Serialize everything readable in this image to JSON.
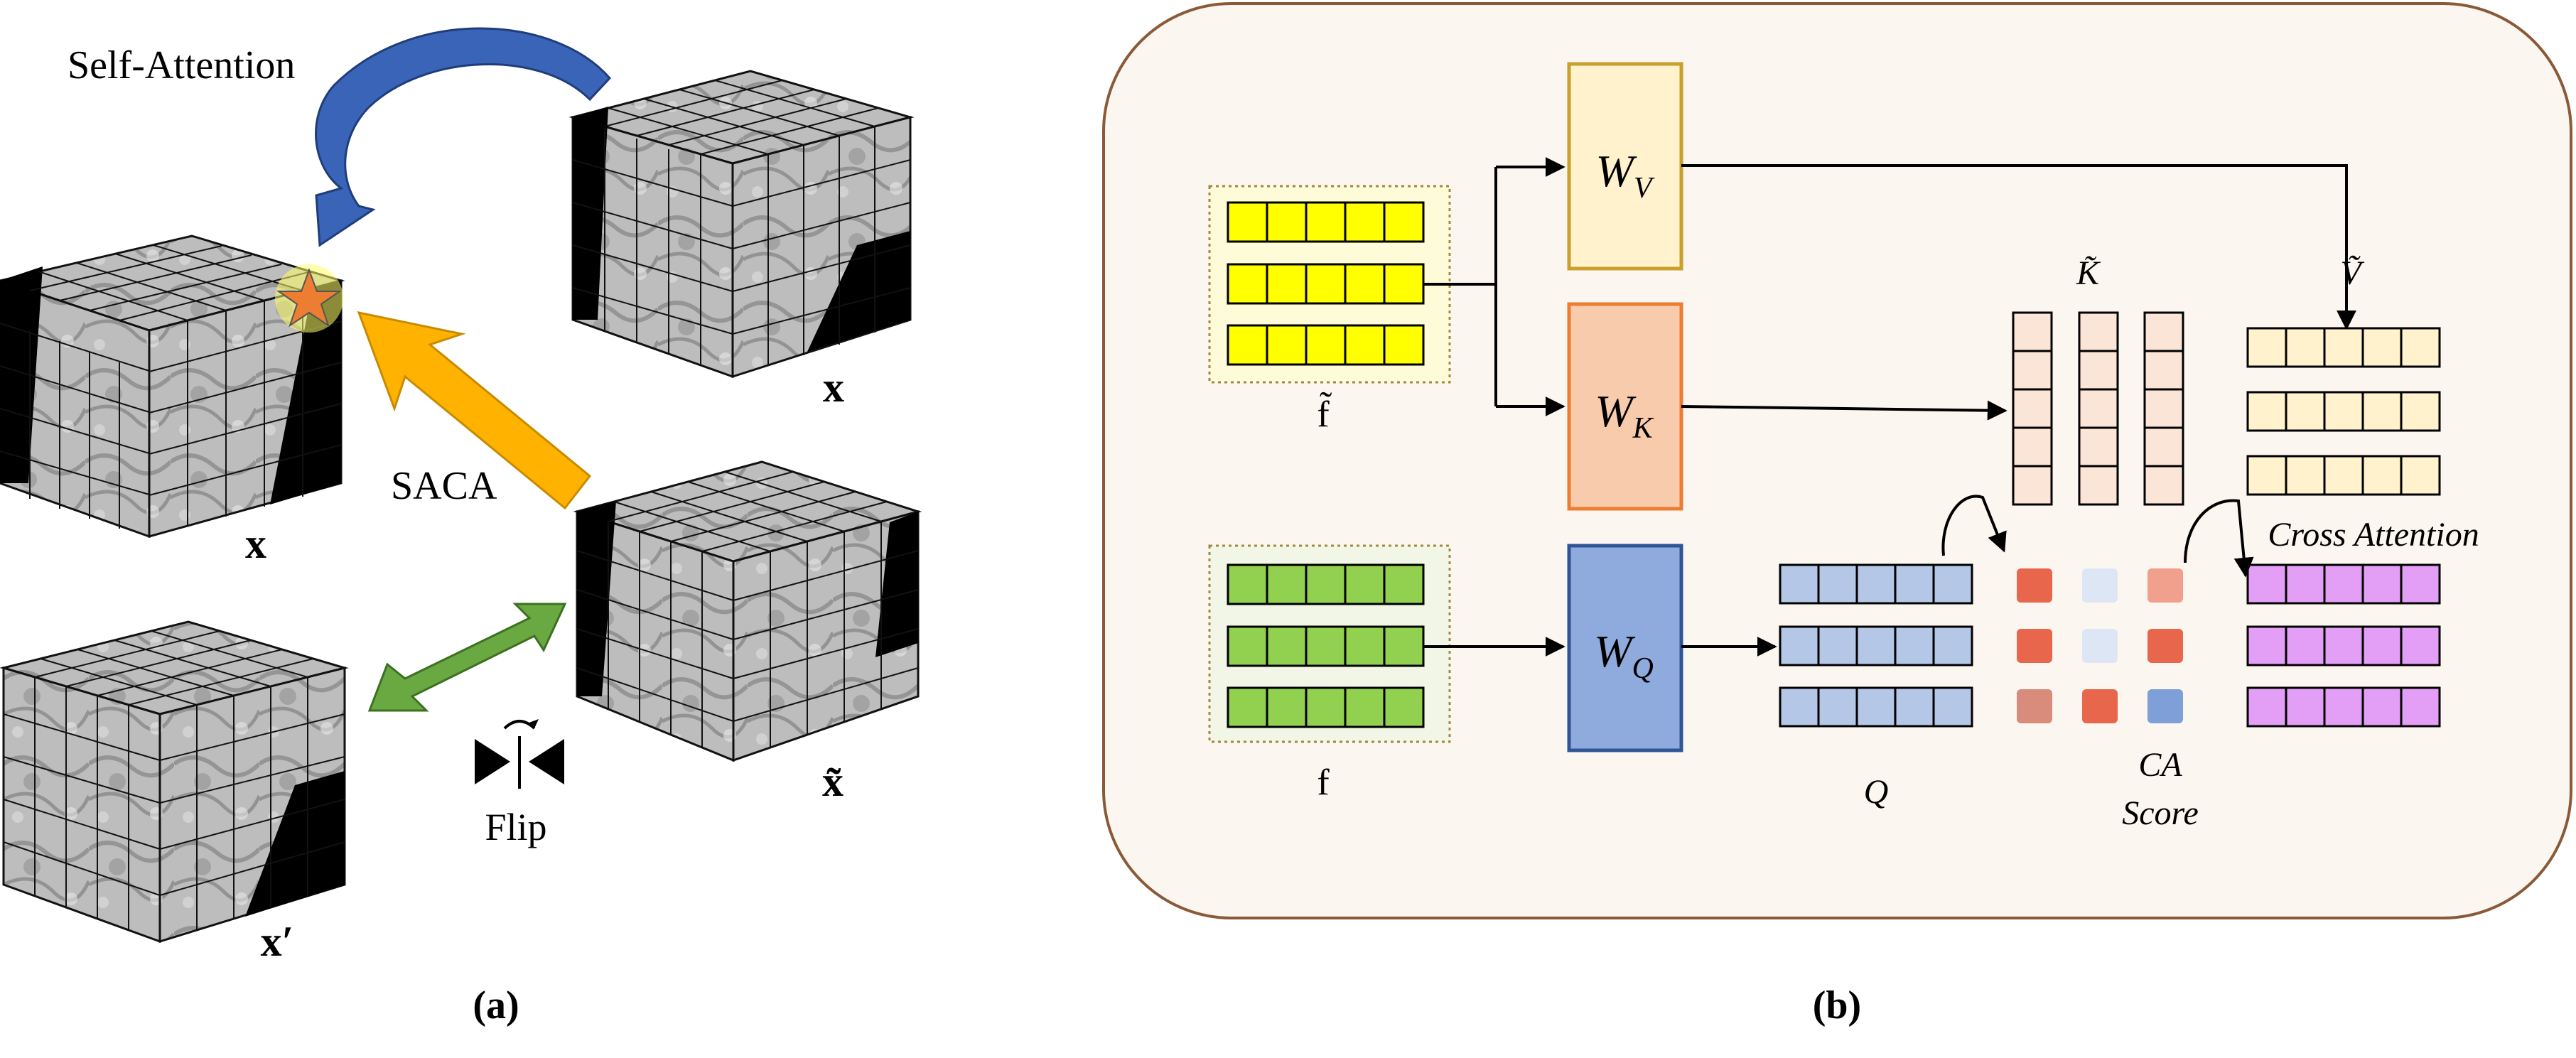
{
  "panel_a": {
    "self_attention_label": "Self-Attention",
    "saca_label": "SACA",
    "flip_label": "Flip",
    "cube_x_top_label": "x",
    "cube_x_label": "x",
    "cube_x_prime_label": "x′",
    "cube_x_tilde_label": "x̃",
    "caption": "(a)"
  },
  "panel_b": {
    "caption": "(b)",
    "f_tilde_label": "f̃",
    "f_label": "f",
    "wv_main": "W",
    "wv_sub": "V",
    "wk_main": "W",
    "wk_sub": "K",
    "wq_main": "W",
    "wq_sub": "Q",
    "k_tilde_label": "K̃",
    "v_tilde_label": "Ṽ",
    "q_label": "Q",
    "ca_score_line1": "CA",
    "ca_score_line2": "Score",
    "cross_attention_label": "Cross Attention"
  },
  "colors": {
    "panel_bg": "#fcf6f0",
    "panel_border": "#8a5a38",
    "yellow_cell": "#ffff00",
    "yellow_bg": "#fefbd8",
    "green_cell": "#92d050",
    "green_bg": "#f1f6e6",
    "wv_fill": "#fff2cc",
    "wv_stroke": "#c9a02c",
    "wk_fill": "#f8cbad",
    "wk_stroke": "#ed7d31",
    "wq_fill": "#8faadc",
    "wq_stroke": "#2f5597",
    "k_cell": "#fbe5d6",
    "v_cell": "#fff2cc",
    "q_cell": "#b4c7e7",
    "out_cell": "#e39ef5",
    "self_attn_arrow": "#3a64b8",
    "saca_arrow": "#ffb300",
    "flip_arrow": "#6aa842",
    "star": "#ed7d31"
  },
  "ca_score_colors": [
    [
      "#e8664c",
      "#dde6f5",
      "#f0a08c"
    ],
    [
      "#e8664c",
      "#dde6f5",
      "#e8664c"
    ],
    [
      "#d98c7c",
      "#e8664c",
      "#7e9fd8"
    ]
  ]
}
